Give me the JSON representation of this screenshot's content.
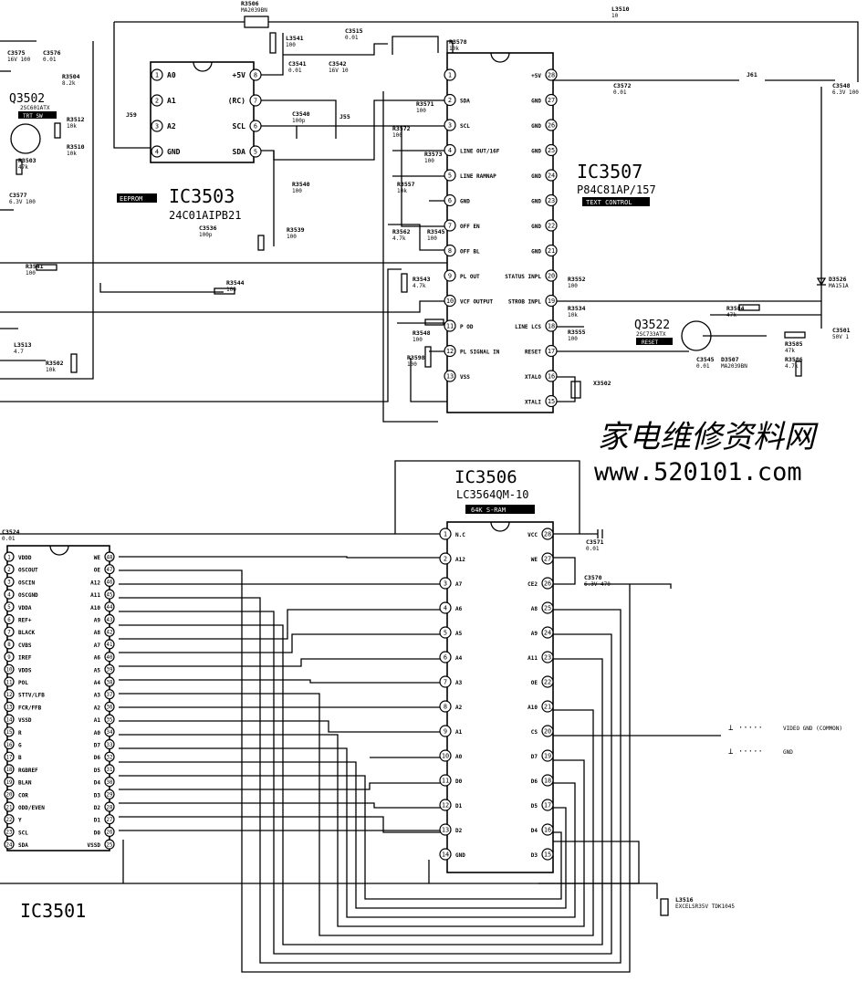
{
  "ic3503": {
    "ref": "IC3503",
    "part": "24C01AIPB21",
    "tag": "EEPROM",
    "left_pins": [
      {
        "n": "1",
        "label": "A0"
      },
      {
        "n": "2",
        "label": "A1"
      },
      {
        "n": "3",
        "label": "A2"
      },
      {
        "n": "4",
        "label": "GND"
      }
    ],
    "right_pins": [
      {
        "n": "8",
        "label": "+5V"
      },
      {
        "n": "7",
        "label": "(RC)"
      },
      {
        "n": "6",
        "label": "SCL"
      },
      {
        "n": "5",
        "label": "SDA"
      }
    ]
  },
  "ic3507": {
    "ref": "IC3507",
    "part": "P84C81AP/157",
    "tag": "TEXT CONTROL",
    "left_pins": [
      {
        "n": "1",
        "label": ""
      },
      {
        "n": "2",
        "label": "SDA"
      },
      {
        "n": "3",
        "label": "SCL"
      },
      {
        "n": "4",
        "label": "LINE OUT/16F"
      },
      {
        "n": "5",
        "label": "LINE RAMNAP"
      },
      {
        "n": "6",
        "label": "GND"
      },
      {
        "n": "7",
        "label": "OFF EN"
      },
      {
        "n": "8",
        "label": "OFF BL"
      },
      {
        "n": "9",
        "label": "PL OUT"
      },
      {
        "n": "10",
        "label": "VCF OUTPUT"
      },
      {
        "n": "11",
        "label": "P OD"
      },
      {
        "n": "12",
        "label": "PL SIGNAL IN"
      },
      {
        "n": "13",
        "label": "VSS"
      }
    ],
    "right_pins": [
      {
        "n": "28",
        "label": "+5V"
      },
      {
        "n": "27",
        "label": "GND"
      },
      {
        "n": "26",
        "label": "GND"
      },
      {
        "n": "25",
        "label": "GND"
      },
      {
        "n": "24",
        "label": "GND"
      },
      {
        "n": "23",
        "label": "GND"
      },
      {
        "n": "22",
        "label": "GND"
      },
      {
        "n": "21",
        "label": "GND"
      },
      {
        "n": "20",
        "label": "STATUS INPL"
      },
      {
        "n": "19",
        "label": "STROB INPL"
      },
      {
        "n": "18",
        "label": "LINE LCS"
      },
      {
        "n": "17",
        "label": "RESET"
      },
      {
        "n": "16",
        "label": "XTALO"
      },
      {
        "n": "15",
        "label": "XTALI"
      }
    ]
  },
  "ic3506": {
    "ref": "IC3506",
    "part": "LC3564QM-10",
    "tag": "64K S-RAM",
    "left_pins": [
      {
        "n": "1",
        "label": "N.C"
      },
      {
        "n": "2",
        "label": "A12"
      },
      {
        "n": "3",
        "label": "A7"
      },
      {
        "n": "4",
        "label": "A6"
      },
      {
        "n": "5",
        "label": "A5"
      },
      {
        "n": "6",
        "label": "A4"
      },
      {
        "n": "7",
        "label": "A3"
      },
      {
        "n": "8",
        "label": "A2"
      },
      {
        "n": "9",
        "label": "A1"
      },
      {
        "n": "10",
        "label": "A0"
      },
      {
        "n": "11",
        "label": "D0"
      },
      {
        "n": "12",
        "label": "D1"
      },
      {
        "n": "13",
        "label": "D2"
      },
      {
        "n": "14",
        "label": "GND"
      }
    ],
    "right_pins": [
      {
        "n": "28",
        "label": "VCC"
      },
      {
        "n": "27",
        "label": "WE"
      },
      {
        "n": "26",
        "label": "CE2"
      },
      {
        "n": "25",
        "label": "A8"
      },
      {
        "n": "24",
        "label": "A9"
      },
      {
        "n": "23",
        "label": "A11"
      },
      {
        "n": "22",
        "label": "OE"
      },
      {
        "n": "21",
        "label": "A10"
      },
      {
        "n": "20",
        "label": "CS"
      },
      {
        "n": "19",
        "label": "D7"
      },
      {
        "n": "18",
        "label": "D6"
      },
      {
        "n": "17",
        "label": "D5"
      },
      {
        "n": "16",
        "label": "D4"
      },
      {
        "n": "15",
        "label": "D3"
      }
    ]
  },
  "ic3501": {
    "ref": "IC3501",
    "left_pins": [
      {
        "n": "1",
        "label": "VDDD"
      },
      {
        "n": "2",
        "label": "OSCOUT"
      },
      {
        "n": "3",
        "label": "OSCIN"
      },
      {
        "n": "4",
        "label": "OSCGND"
      },
      {
        "n": "5",
        "label": "VDDA"
      },
      {
        "n": "6",
        "label": "REF+"
      },
      {
        "n": "7",
        "label": "BLACK"
      },
      {
        "n": "8",
        "label": "CVBS"
      },
      {
        "n": "9",
        "label": "IREF"
      },
      {
        "n": "10",
        "label": "VDDS"
      },
      {
        "n": "11",
        "label": "POL"
      },
      {
        "n": "12",
        "label": "STTV/LFB"
      },
      {
        "n": "13",
        "label": "FCR/FFB"
      },
      {
        "n": "14",
        "label": "VSSD"
      },
      {
        "n": "15",
        "label": "R"
      },
      {
        "n": "16",
        "label": "G"
      },
      {
        "n": "17",
        "label": "B"
      },
      {
        "n": "18",
        "label": "RGBREF"
      },
      {
        "n": "19",
        "label": "BLAN"
      },
      {
        "n": "20",
        "label": "COR"
      },
      {
        "n": "21",
        "label": "ODD/EVEN"
      },
      {
        "n": "22",
        "label": "Y"
      },
      {
        "n": "23",
        "label": "SCL"
      },
      {
        "n": "24",
        "label": "SDA"
      }
    ],
    "right_pins": [
      {
        "n": "48",
        "label": "WE"
      },
      {
        "n": "47",
        "label": "OE"
      },
      {
        "n": "46",
        "label": "A12"
      },
      {
        "n": "45",
        "label": "A11"
      },
      {
        "n": "44",
        "label": "A10"
      },
      {
        "n": "43",
        "label": "A9"
      },
      {
        "n": "42",
        "label": "A8"
      },
      {
        "n": "41",
        "label": "A7"
      },
      {
        "n": "40",
        "label": "A6"
      },
      {
        "n": "39",
        "label": "A5"
      },
      {
        "n": "38",
        "label": "A4"
      },
      {
        "n": "37",
        "label": "A3"
      },
      {
        "n": "36",
        "label": "A2"
      },
      {
        "n": "35",
        "label": "A1"
      },
      {
        "n": "34",
        "label": "A0"
      },
      {
        "n": "33",
        "label": "D7"
      },
      {
        "n": "32",
        "label": "D6"
      },
      {
        "n": "31",
        "label": "D5"
      },
      {
        "n": "30",
        "label": "D4"
      },
      {
        "n": "29",
        "label": "D3"
      },
      {
        "n": "28",
        "label": "D2"
      },
      {
        "n": "27",
        "label": "D1"
      },
      {
        "n": "26",
        "label": "D0"
      },
      {
        "n": "25",
        "label": "VSSD"
      }
    ]
  },
  "transistors": [
    {
      "ref": "Q3502",
      "part": "2SC601ATX",
      "tag": "TRT SW"
    },
    {
      "ref": "Q3522",
      "part": "2SC733ATX",
      "tag": "RESET"
    }
  ],
  "components": [
    {
      "ref": "R3506",
      "value": "MA2039BN"
    },
    {
      "ref": "L3510",
      "value": "10"
    },
    {
      "ref": "C3575",
      "value": "16V 100"
    },
    {
      "ref": "C3576",
      "value": "0.01"
    },
    {
      "ref": "R3504",
      "value": "8.2k"
    },
    {
      "ref": "R3512",
      "value": "10k"
    },
    {
      "ref": "R3510",
      "value": "10k"
    },
    {
      "ref": "R3503",
      "value": "47k"
    },
    {
      "ref": "C3577",
      "value": "6.3V 100"
    },
    {
      "ref": "R3541",
      "value": "100"
    },
    {
      "ref": "L3513",
      "value": "4.7"
    },
    {
      "ref": "R3502",
      "value": "10k"
    },
    {
      "ref": "L3541",
      "value": "100"
    },
    {
      "ref": "C3541",
      "value": "0.01"
    },
    {
      "ref": "C3542",
      "value": "16V 10"
    },
    {
      "ref": "C3540",
      "value": "100p"
    },
    {
      "ref": "J59",
      "value": ""
    },
    {
      "ref": "J55",
      "value": ""
    },
    {
      "ref": "R3540",
      "value": "100"
    },
    {
      "ref": "C3536",
      "value": "100p"
    },
    {
      "ref": "R3539",
      "value": "100"
    },
    {
      "ref": "R3544",
      "value": "100"
    },
    {
      "ref": "C3515",
      "value": "0.01"
    },
    {
      "ref": "R3578",
      "value": "10k"
    },
    {
      "ref": "R3571",
      "value": "100"
    },
    {
      "ref": "R3572",
      "value": "100"
    },
    {
      "ref": "R3573",
      "value": "100"
    },
    {
      "ref": "R3557",
      "value": "10k"
    },
    {
      "ref": "R3562",
      "value": "4.7k"
    },
    {
      "ref": "R3545",
      "value": "100"
    },
    {
      "ref": "R3543",
      "value": "4.7k"
    },
    {
      "ref": "R3548",
      "value": "100"
    },
    {
      "ref": "R3598",
      "value": "100"
    },
    {
      "ref": "C3572",
      "value": "0.01"
    },
    {
      "ref": "J61",
      "value": ""
    },
    {
      "ref": "C3548",
      "value": "6.3V 100"
    },
    {
      "ref": "R3552",
      "value": "100"
    },
    {
      "ref": "R3534",
      "value": "10k"
    },
    {
      "ref": "R3555",
      "value": "100"
    },
    {
      "ref": "D3526",
      "value": "MA151A"
    },
    {
      "ref": "R3584",
      "value": "47k"
    },
    {
      "ref": "R3585",
      "value": "47k"
    },
    {
      "ref": "C3501",
      "value": "50V 1"
    },
    {
      "ref": "C3545",
      "value": "0.01"
    },
    {
      "ref": "D3507",
      "value": "MA2039BN"
    },
    {
      "ref": "R3586",
      "value": "4.7k"
    },
    {
      "ref": "X3502",
      "value": ""
    },
    {
      "ref": "C3524",
      "value": "0.01"
    },
    {
      "ref": "C3571",
      "value": "0.01"
    },
    {
      "ref": "C3570",
      "value": "6.3V 470"
    },
    {
      "ref": "L3516",
      "value": "EXCELSR35V TDK1045"
    }
  ],
  "labels": {
    "watermark_cn": "家电维修资料网",
    "watermark_url": "www.520101.com",
    "legend_line1": "VIDEO GND (COMMON)",
    "legend_line2": "GND",
    "legend_sym1": "⊥ ·····",
    "legend_sym2": "⊥ ·····"
  }
}
